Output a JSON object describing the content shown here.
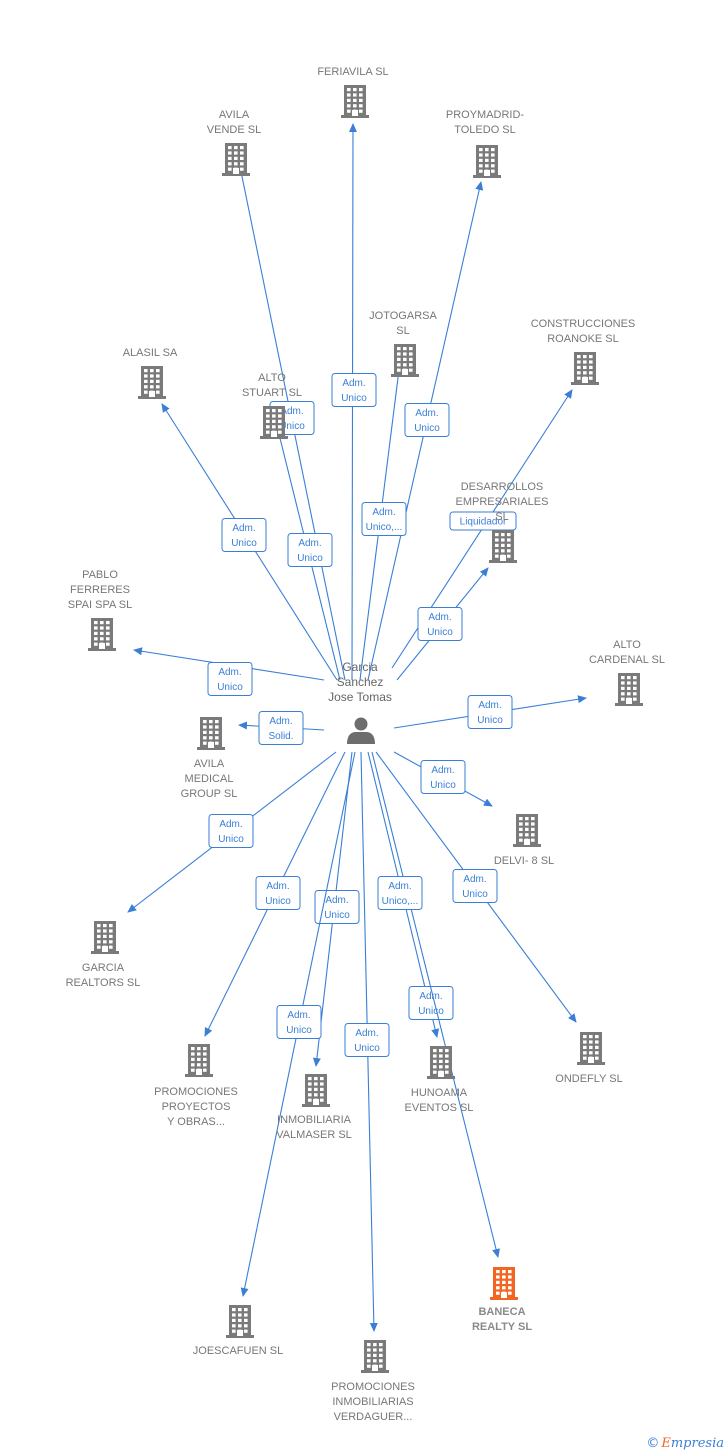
{
  "center": {
    "lines": [
      "Garcia",
      "Sanchez",
      "Jose Tomas"
    ],
    "icon": "person-icon"
  },
  "colors": {
    "edge": "#3a7fd5",
    "building": "#7a7a7a",
    "building_highlight": "#f26522"
  },
  "companies": [
    {
      "id": "feriavila",
      "lines": [
        "FERIAVILA SL"
      ],
      "role": "Adm.|Unico"
    },
    {
      "id": "avila-vende",
      "lines": [
        "AVILA",
        "VENDE SL"
      ],
      "role": "Adm.|Unico"
    },
    {
      "id": "proymadrid",
      "lines": [
        "PROYMADRID-",
        "TOLEDO SL"
      ],
      "role": "Adm.|Unico"
    },
    {
      "id": "jotogarsa",
      "lines": [
        "JOTOGARSA",
        "SL"
      ],
      "role": "Adm.|Unico,..."
    },
    {
      "id": "construcciones-roanoke",
      "lines": [
        "CONSTRUCCIONES",
        "ROANOKE SL"
      ],
      "role": "Liquidador"
    },
    {
      "id": "alasil",
      "lines": [
        "ALASIL SA"
      ],
      "role": "Adm.|Unico"
    },
    {
      "id": "alto-stuart",
      "lines": [
        "ALTO",
        "STUART SL"
      ],
      "role": "Adm.|Unico"
    },
    {
      "id": "desarrollos",
      "lines": [
        "DESARROLLOS",
        "EMPRESARIALES",
        "SL"
      ],
      "role": "Adm.|Unico"
    },
    {
      "id": "pablo-ferreres",
      "lines": [
        "PABLO",
        "FERRERES",
        "SPAI SPA SL"
      ],
      "role": "Adm.|Unico"
    },
    {
      "id": "alto-cardenal",
      "lines": [
        "ALTO",
        "CARDENAL SL"
      ],
      "role": "Adm.|Unico"
    },
    {
      "id": "avila-medical",
      "lines": [
        "AVILA",
        "MEDICAL",
        "GROUP SL"
      ],
      "role": "Adm.|Solid."
    },
    {
      "id": "delvi",
      "lines": [
        "DELVI- 8 SL"
      ],
      "role": "Adm.|Unico"
    },
    {
      "id": "garcia-realtors",
      "lines": [
        "GARCIA",
        "REALTORS SL"
      ],
      "role": "Adm.|Unico"
    },
    {
      "id": "ondefly",
      "lines": [
        "ONDEFLY SL"
      ],
      "role": "Adm.|Unico"
    },
    {
      "id": "promociones-proyectos",
      "lines": [
        "PROMOCIONES",
        "PROYECTOS",
        "Y OBRAS..."
      ],
      "role": "Adm.|Unico"
    },
    {
      "id": "inmobiliaria-valmaser",
      "lines": [
        "INMOBILIARIA",
        "VALMASER SL"
      ],
      "role": "Adm.|Unico"
    },
    {
      "id": "hunoama",
      "lines": [
        "HUNOAMA",
        "EVENTOS SL"
      ],
      "role": "Adm.|Unico"
    },
    {
      "id": "joescafuen",
      "lines": [
        "JOESCAFUEN SL"
      ],
      "role": "Adm.|Unico"
    },
    {
      "id": "promociones-inmobiliarias",
      "lines": [
        "PROMOCIONES",
        "INMOBILIARIAS",
        "VERDAGUER..."
      ],
      "role": "Adm.|Unico"
    },
    {
      "id": "baneca",
      "lines": [
        "BANECA",
        "REALTY SL"
      ],
      "role": "Adm.|Unico,...",
      "highlight": true
    }
  ],
  "footer": {
    "copyright": "©",
    "brand_initial": "E",
    "brand_rest": "mpresia"
  }
}
